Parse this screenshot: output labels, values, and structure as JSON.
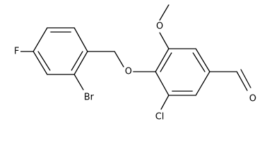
{
  "molecule": {
    "atoms": {
      "fluorine": "F",
      "bromine": "Br",
      "ether_oxygen": "O",
      "methoxy_oxygen": "O",
      "chlorine": "Cl",
      "aldehyde_oxygen": "O"
    },
    "colors": {
      "bond": "#000000",
      "label": "#000000",
      "background": "#ffffff"
    }
  }
}
